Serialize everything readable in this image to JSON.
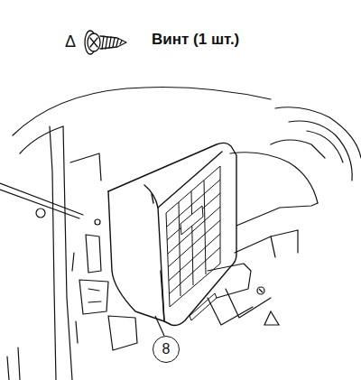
{
  "diagram": {
    "nodes": [
      {
        "text": [
          "8"
        ]
      }
    ],
    "labels": [
      "Δ",
      "Винт (1 шт.)"
    ]
  }
}
